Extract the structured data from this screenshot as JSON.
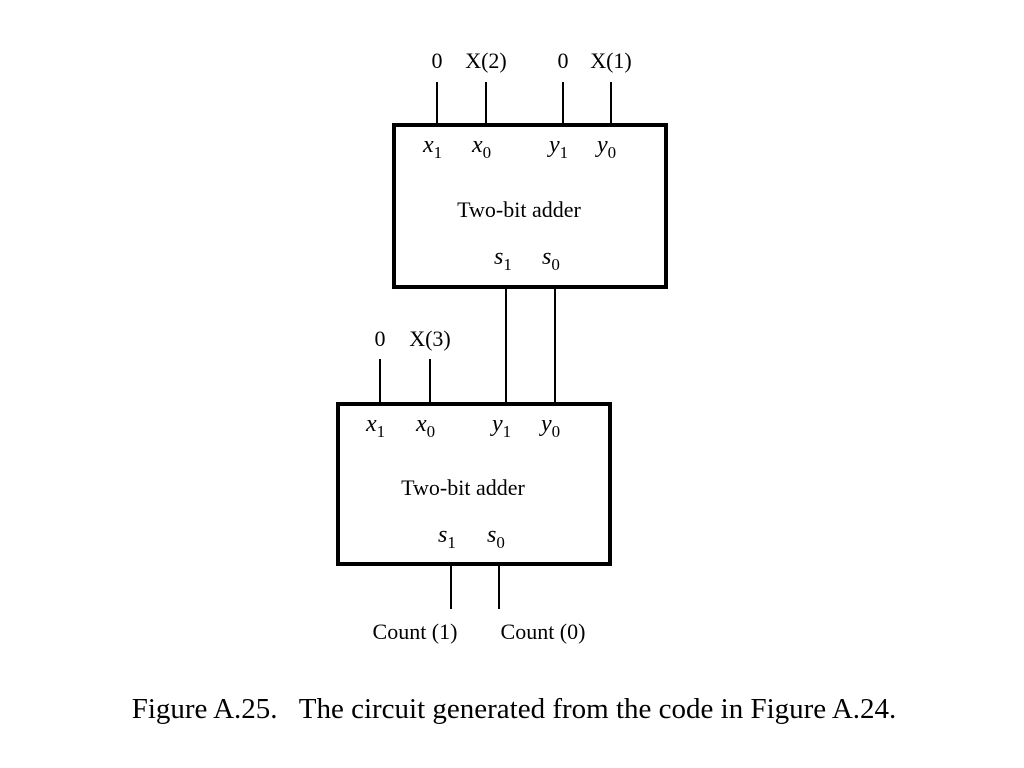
{
  "top_adder": {
    "title": "Two-bit adder",
    "inputs": {
      "x1": {
        "name": "x",
        "sub": "1",
        "signal": "0"
      },
      "x0": {
        "name": "x",
        "sub": "0",
        "signal": "X(2)"
      },
      "y1": {
        "name": "y",
        "sub": "1",
        "signal": "0"
      },
      "y0": {
        "name": "y",
        "sub": "0",
        "signal": "X(1)"
      }
    },
    "outputs": {
      "s1": {
        "name": "s",
        "sub": "1"
      },
      "s0": {
        "name": "s",
        "sub": "0"
      }
    }
  },
  "bottom_adder": {
    "title": "Two-bit adder",
    "inputs": {
      "x1": {
        "name": "x",
        "sub": "1",
        "signal": "0"
      },
      "x0": {
        "name": "x",
        "sub": "0",
        "signal": "X(3)"
      },
      "y1": {
        "name": "y",
        "sub": "1"
      },
      "y0": {
        "name": "y",
        "sub": "0"
      }
    },
    "outputs": {
      "s1": {
        "name": "s",
        "sub": "1",
        "signal": "Count (1)"
      },
      "s0": {
        "name": "s",
        "sub": "0",
        "signal": "Count (0)"
      }
    }
  },
  "caption": "Figure A.25.   The circuit generated from the code in Figure A.24."
}
